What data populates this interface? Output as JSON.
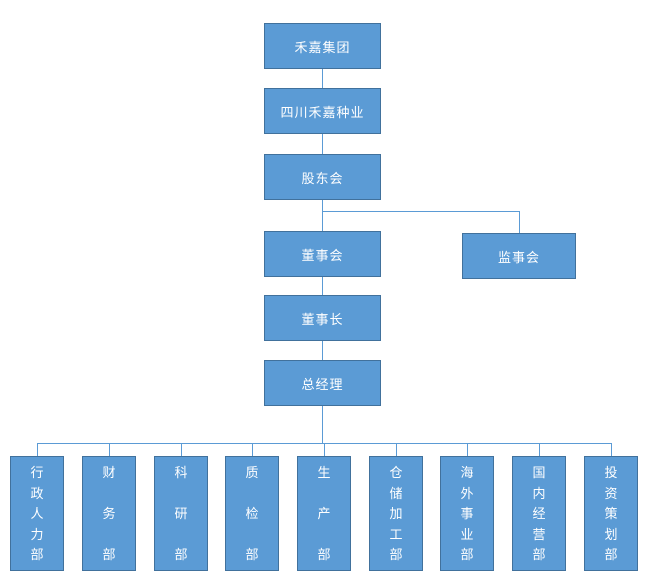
{
  "org_chart": {
    "chain": [
      {
        "label": "禾嘉集团"
      },
      {
        "label": "四川禾嘉种业"
      },
      {
        "label": "股东会"
      },
      {
        "label": "董事会"
      },
      {
        "label": "董事长"
      },
      {
        "label": "总经理"
      }
    ],
    "supervisory": {
      "label": "监事会"
    },
    "departments": [
      {
        "label": "行政人力部"
      },
      {
        "label": "财务部"
      },
      {
        "label": "科研部"
      },
      {
        "label": "质检部"
      },
      {
        "label": "生产部"
      },
      {
        "label": "仓储加工部"
      },
      {
        "label": "海外事业部"
      },
      {
        "label": "国内经营部"
      },
      {
        "label": "投资策划部"
      }
    ],
    "colors": {
      "node_fill": "#5B9BD5",
      "node_border": "#41719C",
      "connector": "#5B9BD5",
      "text": "#FFFFFF"
    }
  }
}
